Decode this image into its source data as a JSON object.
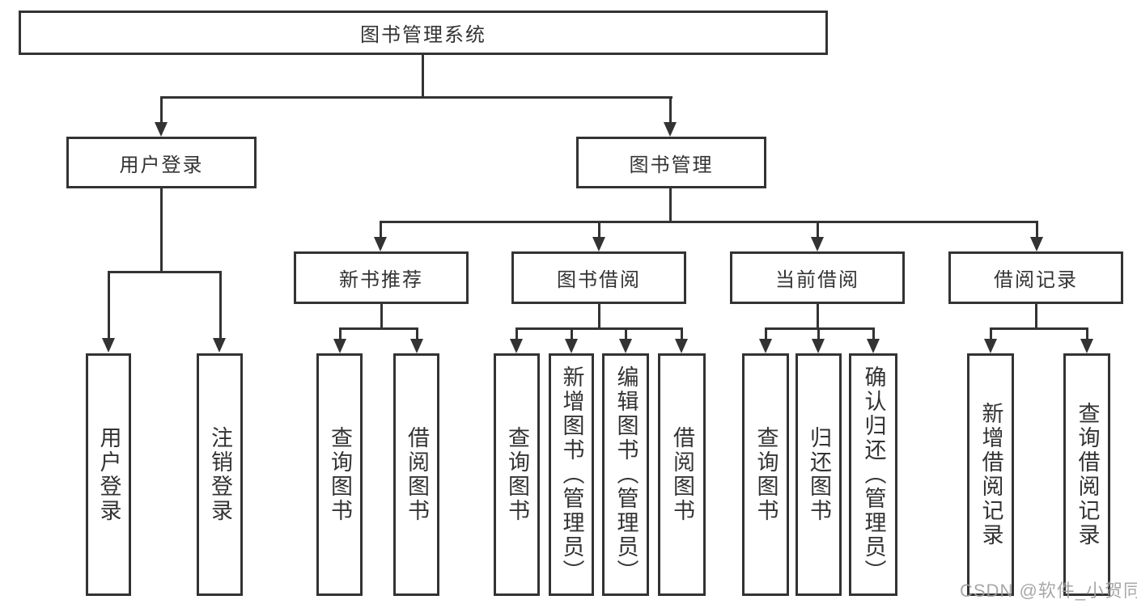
{
  "colors": {
    "line": "#333333",
    "box_border": "#333333",
    "text": "#333333",
    "background": "#ffffff",
    "watermark": "#9e9e9e"
  },
  "tree": {
    "root": {
      "label": "图书管理系统"
    },
    "branches": [
      {
        "label": "用户登录",
        "children": [
          "用户登录",
          "注销登录"
        ]
      },
      {
        "label": "图书管理",
        "children": [
          {
            "label": "新书推荐",
            "children": [
              "查询图书",
              "借阅图书"
            ]
          },
          {
            "label": "图书借阅",
            "children": [
              "查询图书",
              "新增图书（管理员）",
              "编辑图书（管理员）",
              "借阅图书"
            ]
          },
          {
            "label": "当前借阅",
            "children": [
              "查询图书",
              "归还图书",
              "确认归还（管理员）"
            ]
          },
          {
            "label": "借阅记录",
            "children": [
              "新增借阅记录",
              "查询借阅记录"
            ]
          }
        ]
      }
    ]
  },
  "watermark": {
    "text": "CSDN @软件_小贺同学"
  }
}
